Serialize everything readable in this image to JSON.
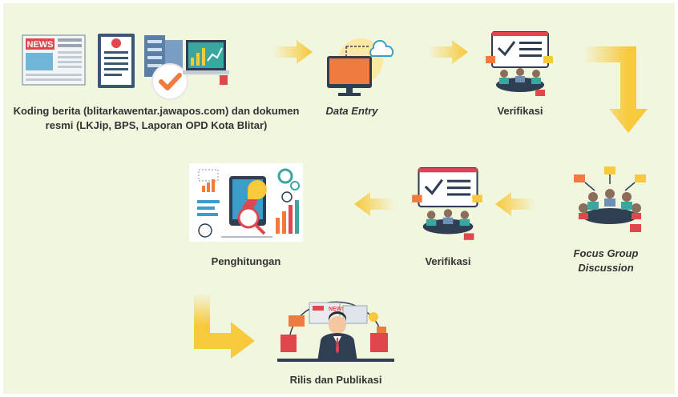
{
  "steps": {
    "source": {
      "label": "Koding berita (blitarkawentar.jawapos.com) dan dokumen resmi (LKJip, BPS, Laporan OPD Kota Blitar)",
      "news_icon_text": "NEWS"
    },
    "data_entry": {
      "label": "Data Entry"
    },
    "verifikasi_1": {
      "label": "Verifikasi"
    },
    "fgd": {
      "label": "Focus Group Discussion"
    },
    "verifikasi_2": {
      "label": "Verifikasi"
    },
    "penghitungan": {
      "label": "Penghitungan"
    },
    "rilis": {
      "label": "Rilis dan Publikasi",
      "news_icon_text": "NEWS"
    }
  },
  "colors": {
    "background": "#f1f6df",
    "arrow": "#f8c93a",
    "orange": "#f07b3f",
    "red": "#e0474c",
    "teal": "#3aa6a0",
    "navy": "#2f3e52"
  }
}
